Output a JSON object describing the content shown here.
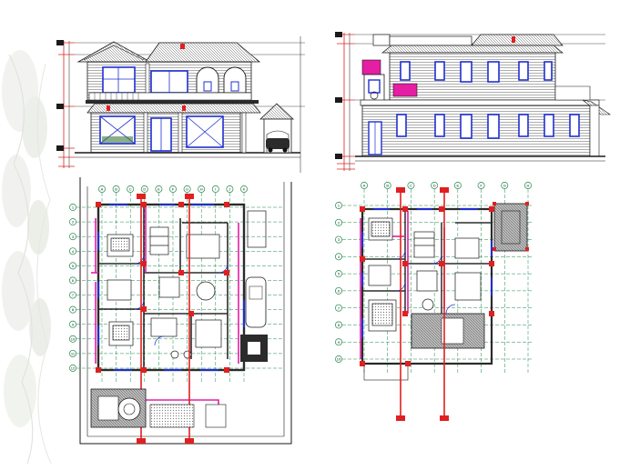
{
  "drawing": {
    "views": [
      {
        "id": "front-elevation",
        "kind": "elevation"
      },
      {
        "id": "side-elevation",
        "kind": "elevation"
      },
      {
        "id": "ground-floor-plan",
        "kind": "plan"
      },
      {
        "id": "first-floor-plan",
        "kind": "plan"
      }
    ],
    "grid_bubbles": {
      "ground_top": [
        "A",
        "B",
        "C",
        "D",
        "E",
        "F",
        "G",
        "H",
        "I",
        "J",
        "K"
      ],
      "ground_left": [
        "1",
        "2",
        "3",
        "4",
        "5",
        "6",
        "7",
        "8",
        "9",
        "10",
        "11",
        "12"
      ],
      "first_top": [
        "A",
        "B",
        "C",
        "D",
        "E",
        "F",
        "G",
        "H"
      ],
      "first_left": [
        "1",
        "2",
        "3",
        "4",
        "5",
        "6",
        "7",
        "8",
        "9",
        "10"
      ]
    },
    "colors": {
      "line": "#1a1a1a",
      "wall": "#2b2b2b",
      "window": "#1f2fd1",
      "accent": "#e0007a",
      "section": "#e02020",
      "grid": "#1a8a4a",
      "hatch": "#7a7a7a",
      "magenta_fill": "#e51ea4"
    }
  }
}
